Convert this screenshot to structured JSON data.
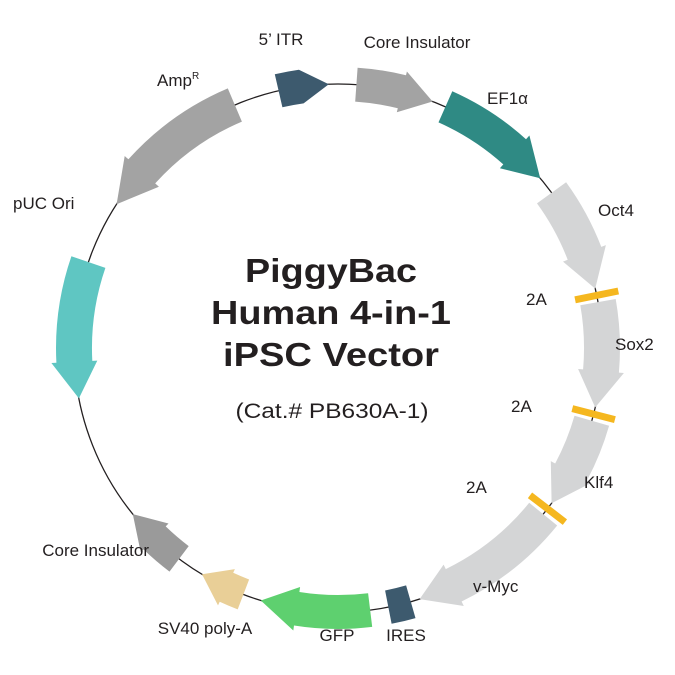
{
  "title": {
    "line1": "PiggyBac",
    "line2": "Human 4-in-1",
    "line3": "iPSC Vector",
    "catalog": "(Cat.# PB630A-1)"
  },
  "features": {
    "itr": {
      "label": "5’ ITR",
      "color": "#3d5a6e"
    },
    "core_insulator_top": {
      "label": "Core Insulator",
      "color": "#a3a3a3"
    },
    "ef1a": {
      "label": "EF1α",
      "color": "#2f8a84"
    },
    "oct4": {
      "label": "Oct4",
      "color": "#d4d5d6"
    },
    "sox2": {
      "label": "Sox2",
      "color": "#d4d5d6"
    },
    "klf4": {
      "label": "Klf4",
      "color": "#d4d5d6"
    },
    "vmyc": {
      "label": "v-Myc",
      "color": "#d4d5d6"
    },
    "ires": {
      "label": "IRES",
      "color": "#3d5a6e"
    },
    "gfp": {
      "label": "GFP",
      "color": "#5ed06f"
    },
    "sv40": {
      "label": "SV40 poly-A",
      "color": "#e9cf97"
    },
    "core_insulator_bottom": {
      "label": "Core Insulator",
      "color": "#9a9a9a"
    },
    "puc_ori": {
      "label": "pUC Ori",
      "color": "#5fc6c2"
    },
    "amp": {
      "label": "Amp",
      "superscript": "R",
      "color": "#a3a3a3"
    }
  },
  "linkers": {
    "label": "2A",
    "color": "#f5b71f",
    "items": [
      "2A",
      "2A",
      "2A"
    ]
  },
  "backbone_color": "#231f20"
}
